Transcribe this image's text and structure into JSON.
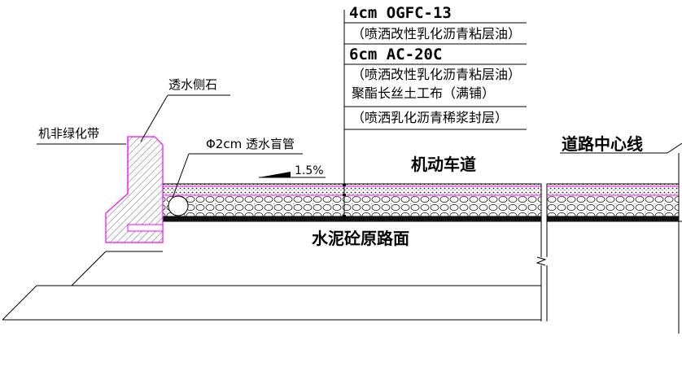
{
  "layers": {
    "l1": "4cm OGFC-13",
    "n1": "（喷洒改性乳化沥青粘层油）",
    "l2": "6cm AC-20C",
    "n2": "（喷洒改性乳化沥青粘层油）",
    "n3": "聚酯长丝土工布（满铺）",
    "n4": "（喷洒乳化沥青稀浆封层）"
  },
  "labels": {
    "curb": "透水侧石",
    "greenbelt": "机非绿化带",
    "pipe": "Φ2cm 透水盲管",
    "slope": "1.5%",
    "lane": "机动车道",
    "centerline": "道路中心线",
    "base": "水泥砼原路面"
  },
  "colors": {
    "line": "#000000",
    "curb": "#ff00ff",
    "hatch": "#555555"
  }
}
